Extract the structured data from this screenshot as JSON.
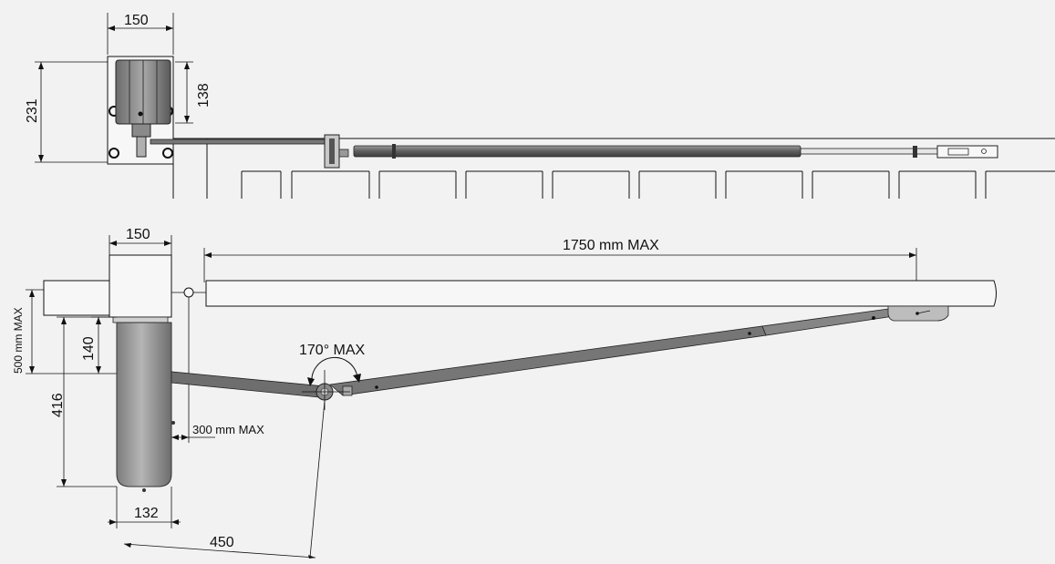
{
  "top_view": {
    "width_label": "150",
    "height_label": "231",
    "motor_height_label": "138"
  },
  "side_view": {
    "width_label": "150",
    "leaf_length_label": "1750 mm MAX",
    "angle_label": "170° MAX",
    "pillar_label": "500 mm MAX",
    "offset_label": "140",
    "body_height_label": "416",
    "hinge_offset_label": "300 mm MAX",
    "body_width_label": "132",
    "arm_reach_label": "450"
  },
  "colors": {
    "background": "#f2f2f2",
    "line": "#111111",
    "body_gray": "#8c8c8c",
    "arm_gray": "#6e6e6e",
    "light_panel": "#f7f7f7"
  }
}
